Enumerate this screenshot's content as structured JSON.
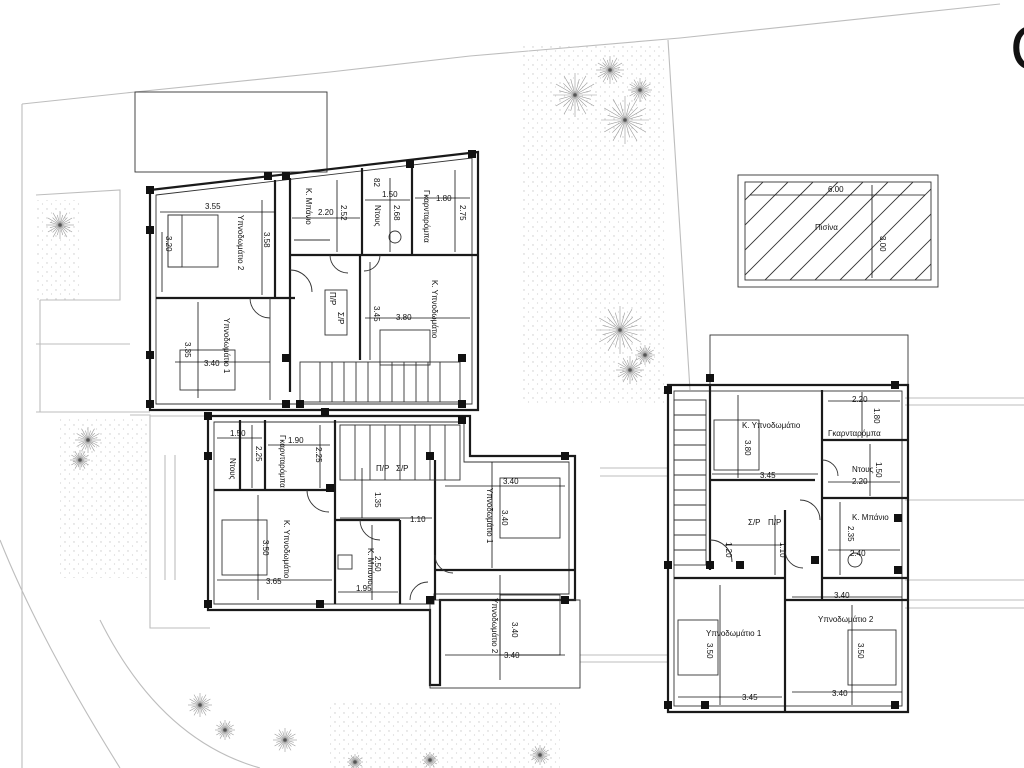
{
  "plan": {
    "corner_glyph": "C",
    "pool": {
      "width": "6.00",
      "depth": "3.00",
      "name": "Πισίνα"
    },
    "house_a_upper": {
      "bedroom2": {
        "name": "Υπνοδωμάτιο 2",
        "w": "3.55",
        "h1": "3.58",
        "h2": "3.20"
      },
      "bedroom1": {
        "name": "Υπνοδωμάτιο 1",
        "w": "3.40",
        "h": "3.35"
      },
      "bath": {
        "name": "Κ. Μπάνιο",
        "w": "2.20",
        "h": "2.52"
      },
      "shower": {
        "name": "Ντους",
        "w": "1.50",
        "h": "2.68",
        "small": "82"
      },
      "wardrobe": {
        "name": "Γκαρνταρόμπα",
        "w": "1.80",
        "h": "2.75"
      },
      "master": {
        "name": "Κ. Υπνοδωμάτιο",
        "w": "3.80",
        "h": "3.45"
      },
      "riser_a": "Π/Ρ",
      "riser_b": "Σ/Ρ"
    },
    "house_a_lower": {
      "shower": {
        "name": "Ντους",
        "w": "1.50",
        "h": "2.25"
      },
      "wardrobe": {
        "name": "Γκαρνταρόμπα",
        "w": "1.90",
        "h": "2.25"
      },
      "master": {
        "name": "Κ. Υπνοδωμάτιο",
        "w": "3.65",
        "h": "3.50"
      },
      "bath": {
        "name": "Κ. Μπάνιο",
        "w": "1.95",
        "h": "2.50"
      },
      "hall": {
        "w": "1.10",
        "h": "1.35"
      },
      "bedroom1": {
        "name": "Υπνοδωμάτιο 1",
        "w": "3.40",
        "h": "3.40"
      },
      "bedroom2": {
        "name": "Υπνοδωμάτιο 2",
        "w": "3.40",
        "h": "3.40"
      },
      "riser_a": "Π/Ρ",
      "riser_b": "Σ/Ρ"
    },
    "house_b": {
      "master": {
        "name": "Κ. Υπνοδωμάτιο",
        "w": "3.45",
        "h": "3.80"
      },
      "wardrobe": {
        "name": "Γκαρνταρόμπα",
        "w": "2.20",
        "h": "1.80"
      },
      "shower": {
        "name": "Ντους",
        "w": "2.20",
        "h": "1.50"
      },
      "bath": {
        "name": "Κ. Μπάνιο",
        "w": "2.40",
        "h": "2.35"
      },
      "hall": {
        "w1": "1.20",
        "w2": "1.10"
      },
      "bedroom1": {
        "name": "Υπνοδωμάτιο 1",
        "w": "3.45",
        "h": "3.50"
      },
      "bedroom2": {
        "name": "Υπνοδωμάτιο 2",
        "w": "3.40",
        "h": "3.50",
        "w_top": "3.40"
      },
      "riser_a": "Σ/Ρ",
      "riser_b": "Π/Ρ"
    }
  }
}
